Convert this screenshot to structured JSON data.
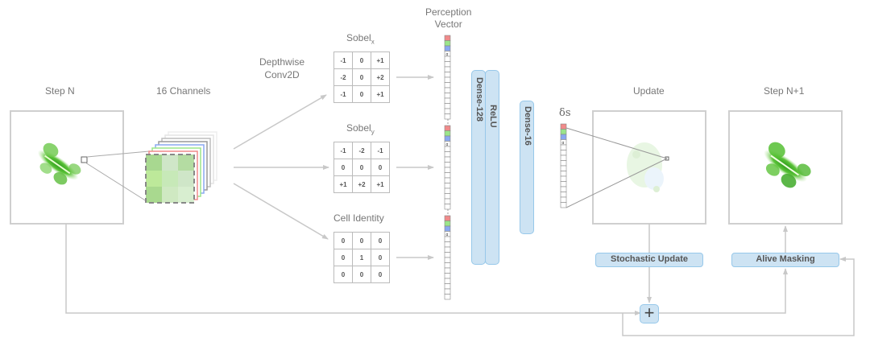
{
  "labels": {
    "step_n": "Step N",
    "channels": "16 Channels",
    "depthwise": "Depthwise",
    "conv2d": "Conv2D",
    "perception_line1": "Perception",
    "perception_line2": "Vector",
    "update": "Update",
    "step_n1": "Step N+1",
    "delta_s": "δs"
  },
  "kernels": [
    {
      "name": "Sobel",
      "subscript": "x",
      "values": [
        [
          "-1",
          "0",
          "+1"
        ],
        [
          "-2",
          "0",
          "+2"
        ],
        [
          "-1",
          "0",
          "+1"
        ]
      ]
    },
    {
      "name": "Sobel",
      "subscript": "y",
      "values": [
        [
          "-1",
          "-2",
          "-1"
        ],
        [
          "0",
          "0",
          "0"
        ],
        [
          "+1",
          "+2",
          "+1"
        ]
      ]
    },
    {
      "name": "Cell Identity",
      "subscript": "",
      "values": [
        [
          "0",
          "0",
          "0"
        ],
        [
          "0",
          "1",
          "0"
        ],
        [
          "0",
          "0",
          "0"
        ]
      ]
    }
  ],
  "layers": {
    "dense128": "Dense-128",
    "relu": "ReLU",
    "dense16": "Dense-16"
  },
  "ops": {
    "stochastic": "Stochastic Update",
    "alive": "Alive Masking",
    "plus": "+"
  },
  "vector": {
    "cells": 16,
    "alpha_label": "α",
    "colors": [
      "#f08a8a",
      "#9be58a",
      "#8aa8f0"
    ]
  },
  "channel_colors": [
    "#eeeeee",
    "#e4e4e4",
    "#bdbdbd",
    "#999999",
    "#8aa8f0",
    "#9be58a",
    "#f08a8a"
  ],
  "colors": {
    "line": "#c8c8c8",
    "box": "#c8c8c8",
    "accent_fill": "#cde3f3",
    "accent_border": "#97c8ea"
  }
}
